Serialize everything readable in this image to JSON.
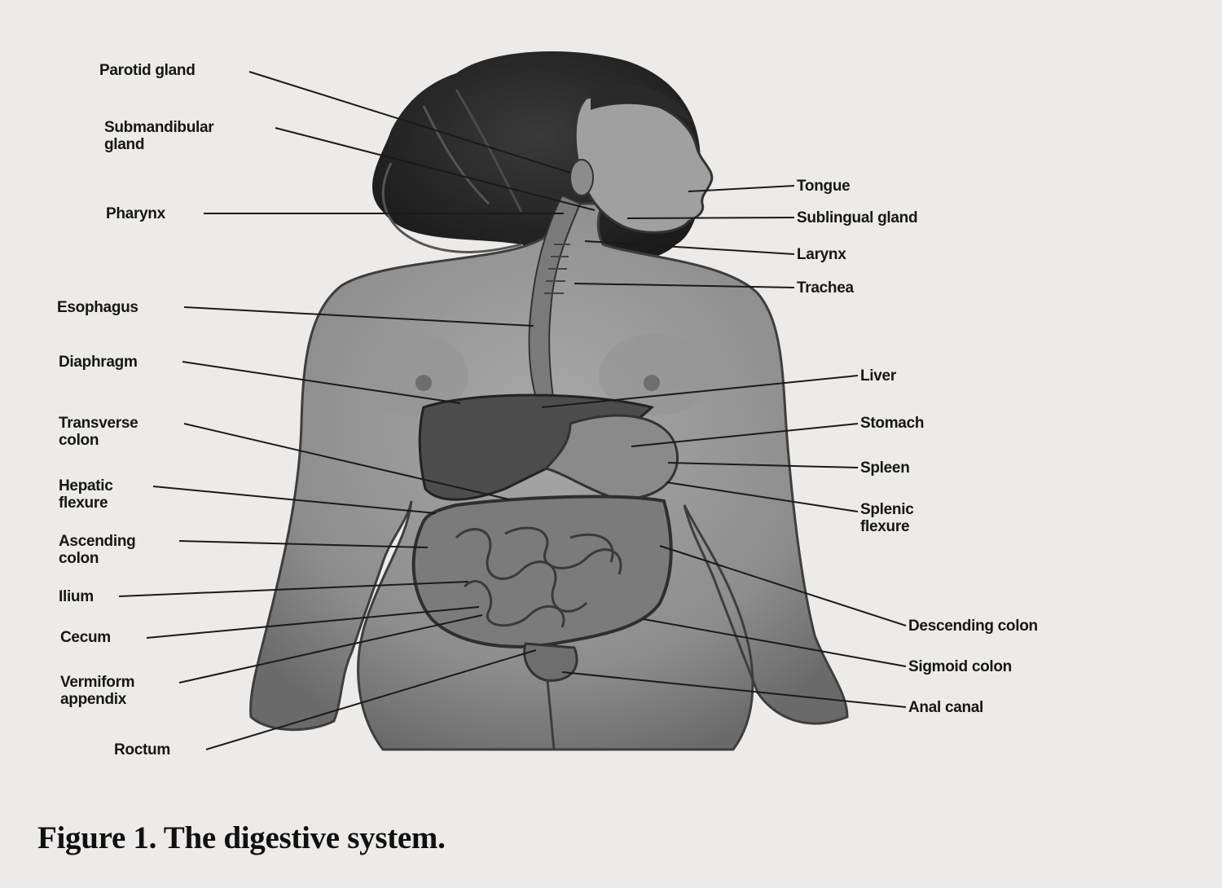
{
  "caption": "Figure 1. The digestive system.",
  "labels_left": [
    {
      "id": "parotid-gland",
      "text": "Parotid gland"
    },
    {
      "id": "submandibular-gland",
      "text": "Submandibular\ngland"
    },
    {
      "id": "pharynx",
      "text": "Pharynx"
    },
    {
      "id": "esophagus",
      "text": "Esophagus"
    },
    {
      "id": "diaphragm",
      "text": "Diaphragm"
    },
    {
      "id": "transverse-colon",
      "text": "Transverse\ncolon"
    },
    {
      "id": "hepatic-flexure",
      "text": "Hepatic\nflexure"
    },
    {
      "id": "ascending-colon",
      "text": "Ascending\ncolon"
    },
    {
      "id": "ilium",
      "text": "Ilium"
    },
    {
      "id": "cecum",
      "text": "Cecum"
    },
    {
      "id": "vermiform-appendix",
      "text": "Vermiform\nappendix"
    },
    {
      "id": "rectum",
      "text": "Roctum"
    }
  ],
  "labels_right": [
    {
      "id": "tongue",
      "text": "Tongue"
    },
    {
      "id": "sublingual-gland",
      "text": "Sublingual gland"
    },
    {
      "id": "larynx",
      "text": "Larynx"
    },
    {
      "id": "trachea",
      "text": "Trachea"
    },
    {
      "id": "liver",
      "text": "Liver"
    },
    {
      "id": "stomach",
      "text": "Stomach"
    },
    {
      "id": "spleen",
      "text": "Spleen"
    },
    {
      "id": "splenic-flexure",
      "text": "Splenic\nflexure"
    },
    {
      "id": "descending-colon",
      "text": "Descending colon"
    },
    {
      "id": "sigmoid-colon",
      "text": "Sigmoid colon"
    },
    {
      "id": "anal-canal",
      "text": "Anal canal"
    }
  ]
}
